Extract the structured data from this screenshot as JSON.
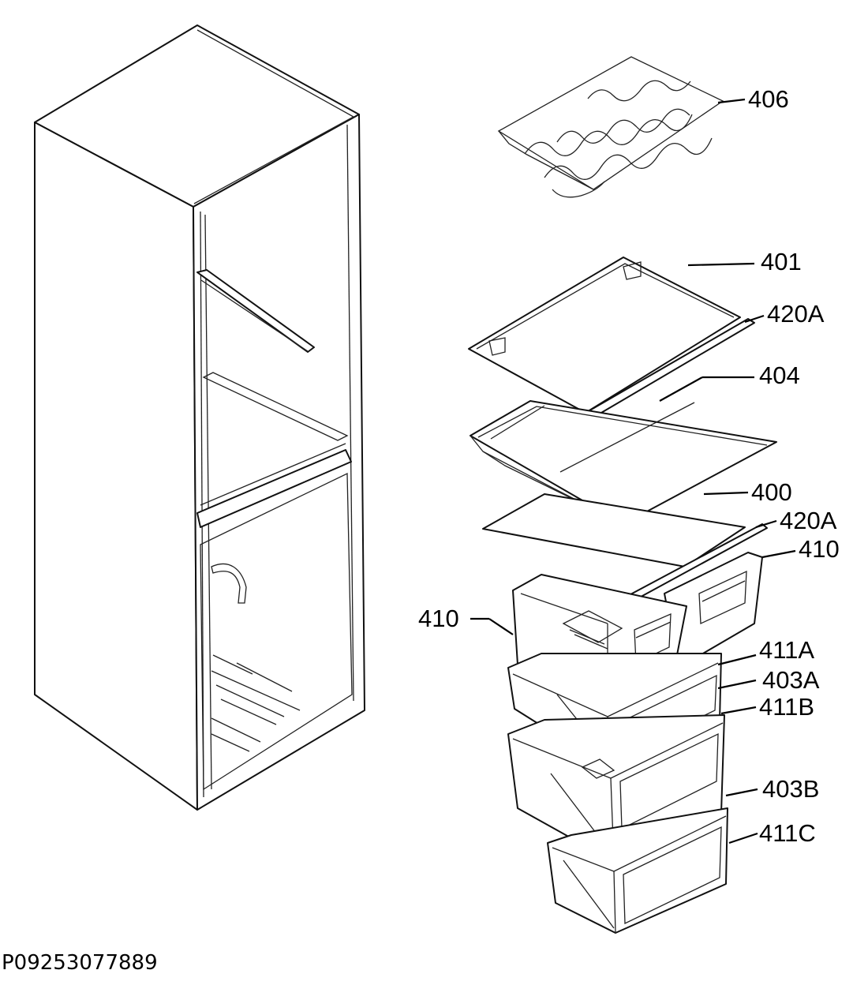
{
  "diagram": {
    "document_id": "P09253077889",
    "callouts": {
      "c406": "406",
      "c401": "401",
      "c420a_top": "420A",
      "c404": "404",
      "c400": "400",
      "c420a_bottom": "420A",
      "c410_right": "410",
      "c410_left": "410",
      "c411a": "411A",
      "c403a": "403A",
      "c411b": "411B",
      "c403b": "403B",
      "c411c": "411C"
    }
  }
}
